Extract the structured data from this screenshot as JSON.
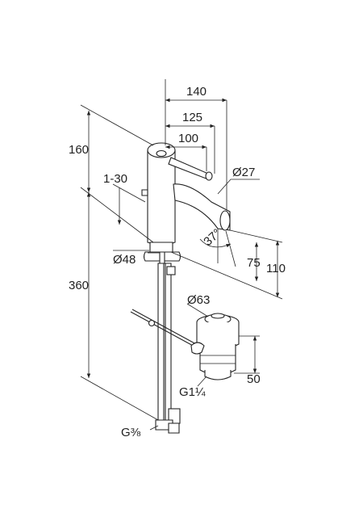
{
  "dimensions": {
    "d140": "140",
    "d125": "125",
    "d100": "100",
    "d160": "160",
    "d1_30": "1-30",
    "d27": "Ø27",
    "d37": "37°",
    "d48": "Ø48",
    "d75": "75",
    "d110": "110",
    "d360": "360",
    "d63": "Ø63",
    "d50": "50",
    "thread_waste": "G1¼",
    "thread_inlet": "G⅜"
  },
  "colors": {
    "line": "#222222",
    "background": "#ffffff"
  }
}
